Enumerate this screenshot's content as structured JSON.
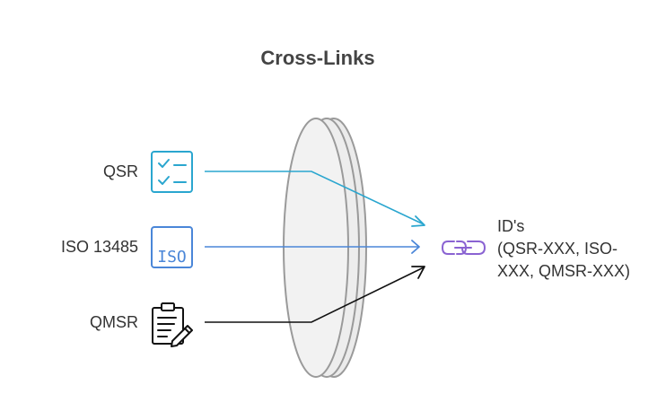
{
  "title": "Cross-Links",
  "sources": [
    {
      "label": "QSR",
      "icon": "checklist-icon",
      "color": "#2aa6cf"
    },
    {
      "label": "ISO 13485",
      "icon": "iso-icon",
      "color": "#4a86d8",
      "icon_text": "ISO"
    },
    {
      "label": "QMSR",
      "icon": "clipboard-pen-icon",
      "color": "#111111"
    }
  ],
  "target": {
    "icon": "link-icon",
    "color": "#8a63d2",
    "lines": [
      "ID's",
      "(QSR-XXX, ISO-",
      "XXX, QMSR-XXX)"
    ]
  },
  "colors": {
    "lens_fill": "#f2f2f2",
    "lens_stroke": "#9a9a9a",
    "text": "#333333",
    "title": "#444444"
  }
}
